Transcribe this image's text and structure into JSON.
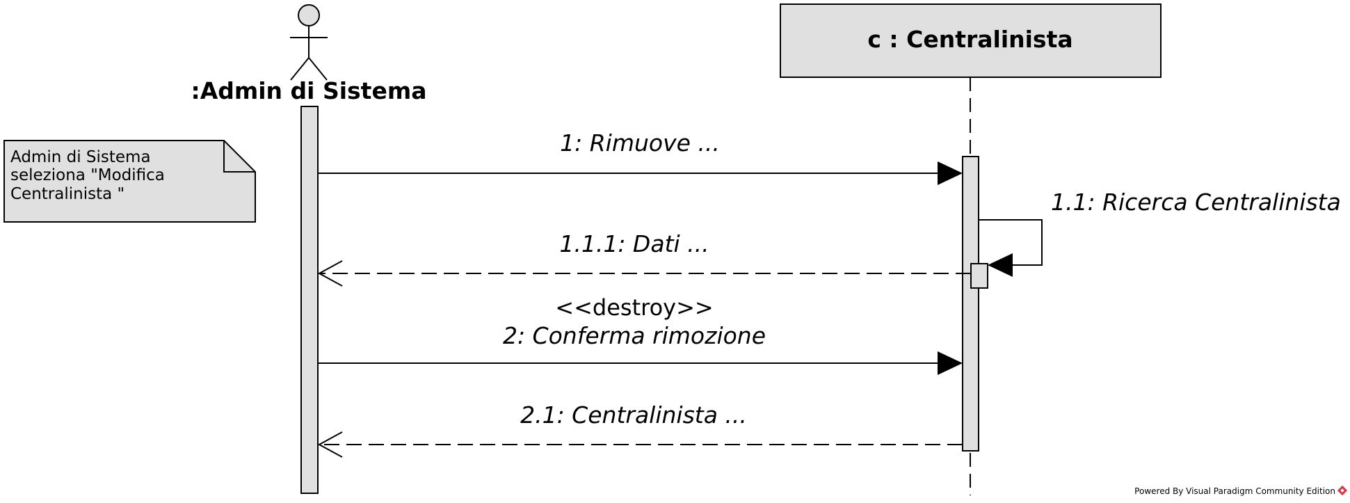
{
  "diagram": {
    "actor": {
      "label": ":Admin di Sistema"
    },
    "lifeline": {
      "label": "c : Centralinista"
    },
    "note": {
      "lines": [
        "Admin di Sistema",
        "seleziona \"Modifica",
        "Centralinista \""
      ]
    },
    "messages": {
      "m1": "1: Rimuove ...",
      "m11": "1.1: Ricerca Centralinista",
      "m111": "1.1.1: Dati ...",
      "m2_stereotype": "<<destroy>>",
      "m2": "2: Conferma rimozione",
      "m21": "2.1: Centralinista ..."
    },
    "watermark": "Powered By Visual Paradigm Community Edition"
  },
  "colors": {
    "fill": "#e0e0e0",
    "stroke": "#000000",
    "watermark_icon": "#d9333f"
  }
}
